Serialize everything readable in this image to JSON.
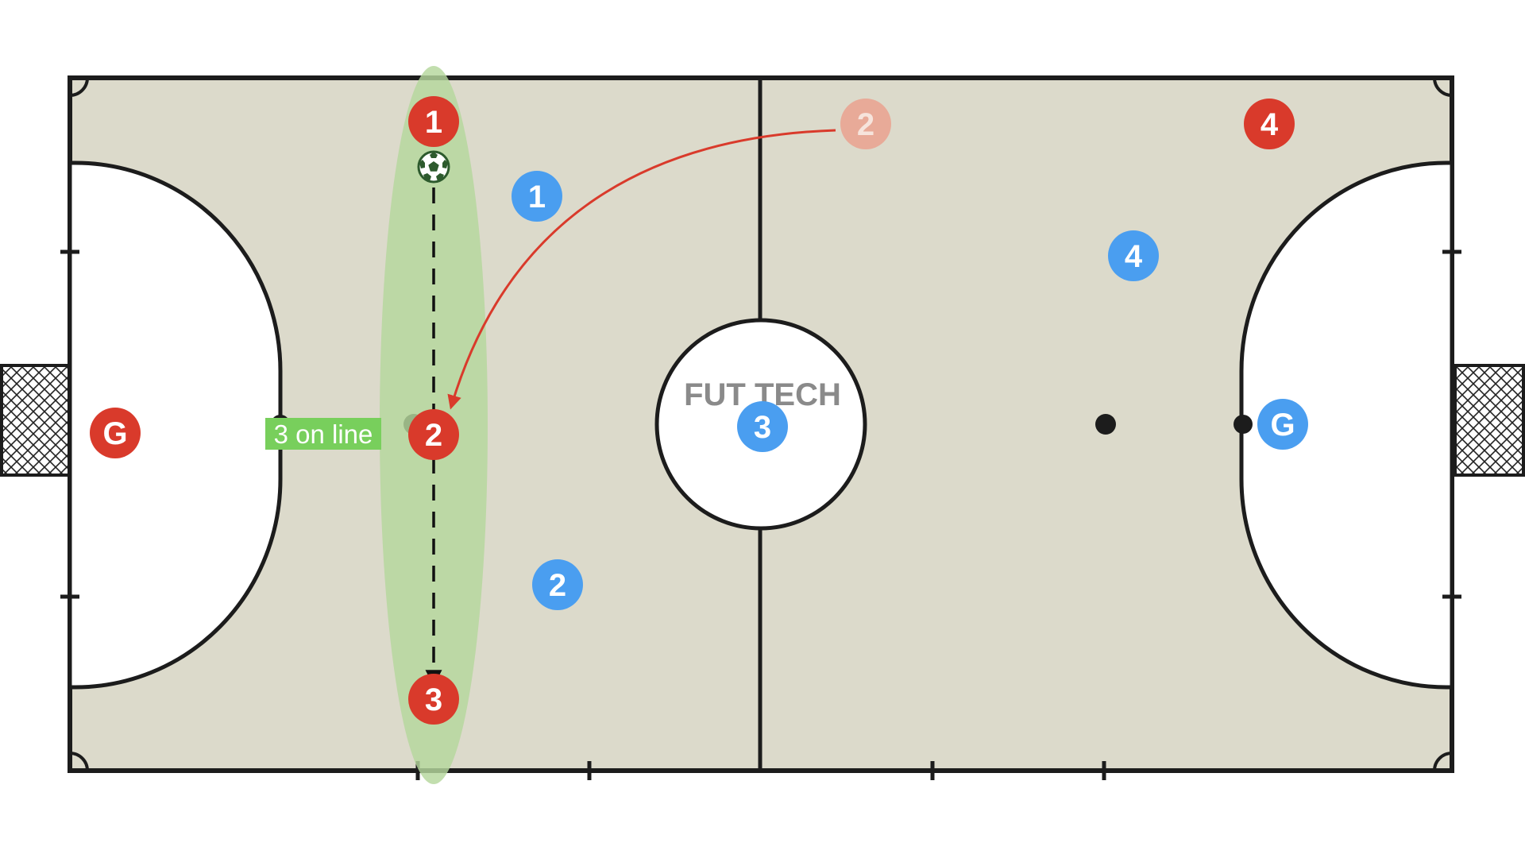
{
  "brand": {
    "logo_text": "FUT TECH"
  },
  "zone_label": "3 on line",
  "colors": {
    "court": "#dcdacb",
    "line": "#1c1c1c",
    "zone": "#b5d79c",
    "red_team": "#d93a2b",
    "red_ghost": "#e8aa98",
    "blue_team": "#4a9ef0",
    "label_bg": "#78cf5c",
    "pass_arrow": "#d93a2b"
  },
  "players": [
    {
      "team": "red",
      "label": "1",
      "state": "active"
    },
    {
      "team": "red",
      "label": "2",
      "state": "active"
    },
    {
      "team": "red",
      "label": "3",
      "state": "active"
    },
    {
      "team": "red",
      "label": "4",
      "state": "active"
    },
    {
      "team": "red",
      "label": "G",
      "state": "active"
    },
    {
      "team": "red",
      "label": "2",
      "state": "ghost"
    },
    {
      "team": "blue",
      "label": "1",
      "state": "active"
    },
    {
      "team": "blue",
      "label": "2",
      "state": "active"
    },
    {
      "team": "blue",
      "label": "3",
      "state": "active"
    },
    {
      "team": "blue",
      "label": "4",
      "state": "active"
    },
    {
      "team": "blue",
      "label": "G",
      "state": "active"
    }
  ],
  "ball": {
    "icon": "soccer-ball-icon"
  },
  "movements": [
    {
      "type": "dribble-dashed",
      "from": "red 1",
      "to": "red 3"
    },
    {
      "type": "pass-curved",
      "from": "red 2 (ghost)",
      "to": "red 2"
    }
  ]
}
